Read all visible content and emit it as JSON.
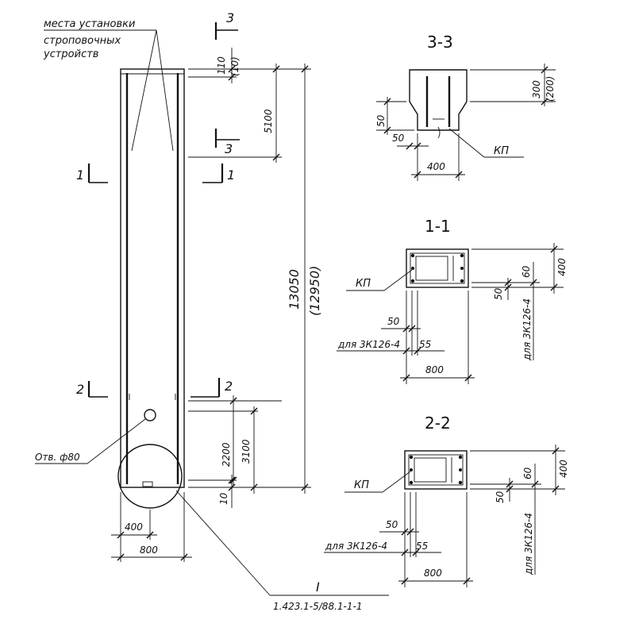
{
  "labels": {
    "lifting_note_line1": "места установки",
    "lifting_note_line2": "строповочных",
    "lifting_note_line3": "устройств",
    "hole_note": "Отв. ф80",
    "node_ref_letter": "I",
    "node_ref_code": "1.423.1-5/88.1-1-1",
    "cut_3_top": "3",
    "cut_3_mid": "3",
    "cut_1_left": "1",
    "cut_1_right": "1",
    "cut_2_left": "2",
    "cut_2_right": "2"
  },
  "elevation_dims": {
    "top_offset": "110",
    "top_offset_alt": "(10)",
    "upper_zone": "5100",
    "total_height": "13050",
    "total_height_alt": "(12950)",
    "lower_2200": "2200",
    "lower_3100": "3100",
    "bottom_offset": "10",
    "width_half": "400",
    "width_full": "800"
  },
  "section_3_3": {
    "title": "3-3",
    "dim_height": "300",
    "dim_height_alt": "(200)",
    "dim_chamfer": "50",
    "dim_step": "50",
    "dim_width": "400",
    "plate_label": "КП"
  },
  "section_1_1": {
    "title": "1-1",
    "plate_label": "КП",
    "dim_depth": "400",
    "dim_60": "60",
    "dim_50_right": "50",
    "dim_50_bottom": "50",
    "dim_55": "55",
    "note_left": "для 3К126-4",
    "note_right": "для 3К126-4",
    "dim_width": "800"
  },
  "section_2_2": {
    "title": "2-2",
    "plate_label": "КП",
    "dim_depth": "400",
    "dim_60": "60",
    "dim_50_right": "50",
    "dim_50_bottom": "50",
    "dim_55": "55",
    "note_left": "для 3К126-4",
    "note_right": "для 3К126-4",
    "dim_width": "800"
  }
}
